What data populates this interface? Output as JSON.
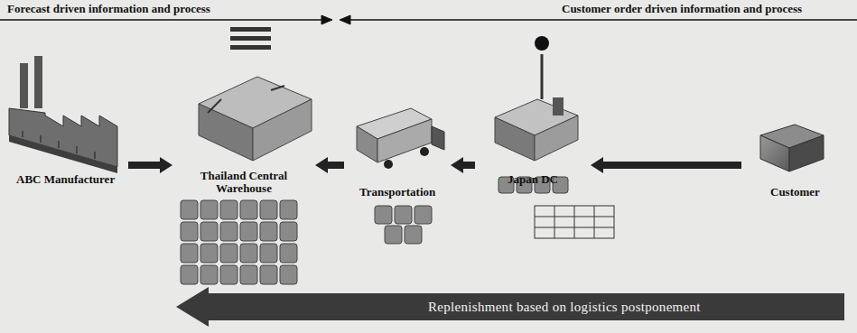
{
  "diagram": {
    "nodes": [
      {
        "text": [
          "ABC Manufacturer"
        ]
      },
      {
        "text": [
          "Thailand Central Warehouse"
        ]
      },
      {
        "text": [
          "Transportation"
        ]
      },
      {
        "text": [
          "Japan DC"
        ]
      },
      {
        "text": [
          "Customer"
        ]
      }
    ],
    "edges": [
      {
        "from": 0,
        "to": 1,
        "arrow": "to"
      },
      {
        "from": 2,
        "to": 1,
        "arrow": "to"
      },
      {
        "from": 3,
        "to": 2,
        "arrow": "to"
      },
      {
        "from": 4,
        "to": 3,
        "arrow": "to"
      },
      {
        "from": 4,
        "to": 1,
        "label": "Replenishment based on logistics postponement",
        "arrow": "to"
      }
    ],
    "labels": [
      "Forecast driven information and process",
      "Customer order driven information and process"
    ]
  }
}
